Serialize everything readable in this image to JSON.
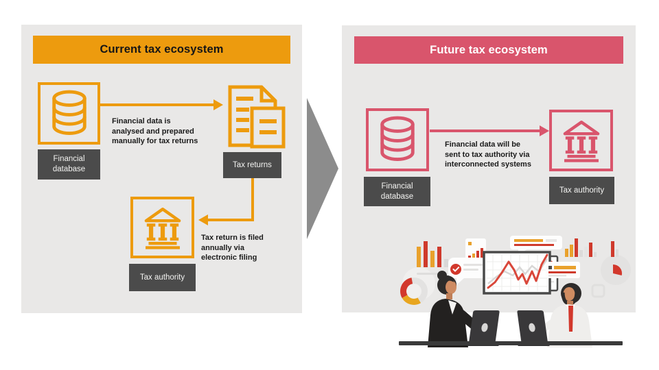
{
  "slide": {
    "current": {
      "title": "Current tax ecosystem",
      "nodes": {
        "financial_database": "Financial database",
        "tax_returns": "Tax returns",
        "tax_authority": "Tax authority"
      },
      "flows": {
        "db_to_returns": "Financial data is\nanalysed and prepared\nmanually for tax returns",
        "returns_to_authority": "Tax return is filed\nannually via\nelectronic filing"
      }
    },
    "future": {
      "title": "Future tax ecosystem",
      "nodes": {
        "financial_database": "Financial database",
        "tax_authority": "Tax authority"
      },
      "flows": {
        "db_to_authority": "Financial data will be\nsent to tax authority via\ninterconnected systems"
      }
    },
    "colors": {
      "orange_accent": "#ED9B0E",
      "pink_accent": "#D9556C",
      "panel_background": "#E9E8E7",
      "label_background": "#4B4B4B",
      "transition_gray": "#8C8C8C",
      "illustration_red": "#D2382C",
      "illustration_orange": "#E9A12C"
    }
  }
}
